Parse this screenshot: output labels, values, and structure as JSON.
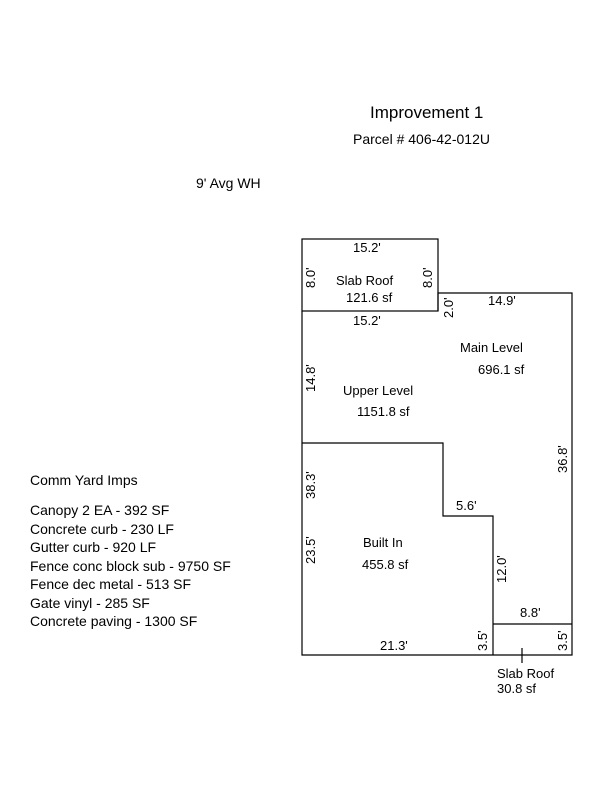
{
  "header": {
    "title": "Improvement 1",
    "parcel": "Parcel # 406-42-012U",
    "avg_wall_height": "9' Avg WH"
  },
  "yard_improvements": {
    "title": "Comm Yard Imps",
    "items": [
      "Canopy 2 EA - 392 SF",
      "Concrete curb - 230 LF",
      "Gutter curb - 920 LF",
      "Fence conc block sub - 9750 SF",
      "Fence dec metal - 513 SF",
      "Gate vinyl - 285 SF",
      "Concrete paving - 1300 SF"
    ]
  },
  "sketch": {
    "areas": {
      "slab_roof_top": {
        "name": "Slab Roof",
        "area": "121.6 sf"
      },
      "main_level": {
        "name": "Main Level",
        "area": "696.1 sf"
      },
      "upper_level": {
        "name": "Upper Level",
        "area": "1151.8 sf"
      },
      "built_in": {
        "name": "Built In",
        "area": "455.8 sf"
      },
      "slab_roof_bottom": {
        "name": "Slab Roof",
        "area": "30.8 sf"
      }
    },
    "dimensions": {
      "slab_top": "15.2'",
      "slab_left": "8.0'",
      "slab_right": "8.0'",
      "slab_bottom": "15.2'",
      "step_2": "2.0'",
      "main_top": "14.9'",
      "upper_left": "14.8'",
      "main_right": "36.8'",
      "built_left_38": "38.3'",
      "built_left_23": "23.5'",
      "step_5_6": "5.6'",
      "step_12": "12.0'",
      "roof_top": "8.8'",
      "bottom": "21.3'",
      "roof_left": "3.5'",
      "roof_right": "3.5'"
    }
  }
}
